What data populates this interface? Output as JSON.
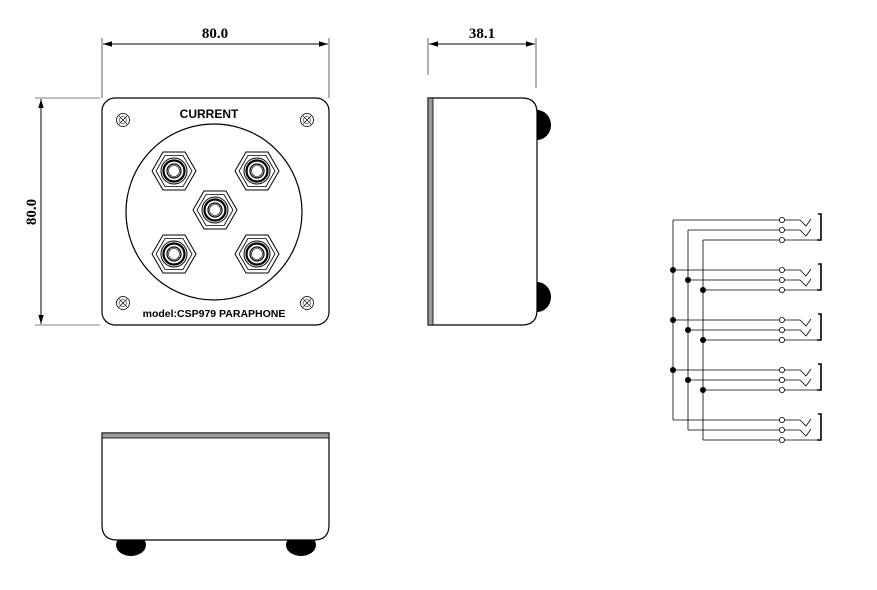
{
  "dimensions": {
    "front_width": "80.0",
    "front_height": "80.0",
    "side_depth": "38.1"
  },
  "front_panel": {
    "title": "CURRENT",
    "model": "model:CSP979 PARAPHONE",
    "jack_count": 5,
    "screw_count": 4
  },
  "schematic": {
    "jack_count": 5
  },
  "colors": {
    "line": "#000000",
    "background": "#ffffff",
    "bezel": "#9a9a9a"
  }
}
